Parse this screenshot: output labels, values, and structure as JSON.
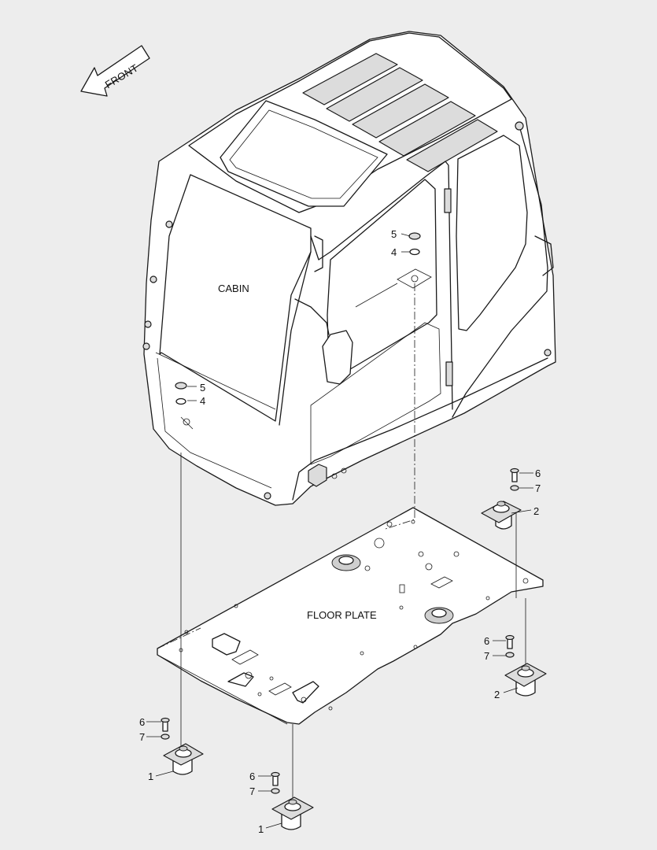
{
  "direction_label": "FRONT",
  "labels": {
    "cabin": "CABIN",
    "floor_plate": "FLOOR PLATE"
  },
  "callouts": {
    "n1": "1",
    "n2": "2",
    "n4": "4",
    "n5": "5",
    "n6": "6",
    "n7": "7"
  },
  "colors": {
    "background": "#ededed",
    "line": "#1a1a1a",
    "part_fill": "#ffffff",
    "shade": "#dcdcdc"
  }
}
